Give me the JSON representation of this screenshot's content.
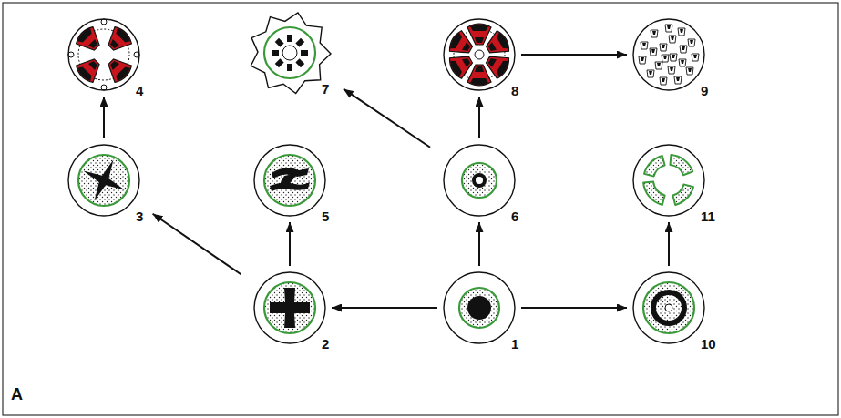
{
  "diagram": {
    "nodes": [
      {
        "text": [
          "4"
        ]
      },
      {
        "text": [
          "7"
        ]
      },
      {
        "text": [
          "8"
        ]
      },
      {
        "text": [
          "9"
        ]
      },
      {
        "text": [
          "3"
        ]
      },
      {
        "text": [
          "5"
        ]
      },
      {
        "text": [
          "6"
        ]
      },
      {
        "text": [
          "11"
        ]
      },
      {
        "text": [
          "2"
        ]
      },
      {
        "text": [
          "1"
        ]
      },
      {
        "text": [
          "10"
        ]
      }
    ],
    "edges": [
      {
        "from": 9,
        "to": 8,
        "arrow": "to"
      },
      {
        "from": 9,
        "to": 6,
        "arrow": "to"
      },
      {
        "from": 9,
        "to": 10,
        "arrow": "to"
      },
      {
        "from": 8,
        "to": 4,
        "arrow": "to"
      },
      {
        "from": 8,
        "to": 5,
        "arrow": "to"
      },
      {
        "from": 4,
        "to": 0,
        "arrow": "to"
      },
      {
        "from": 6,
        "to": 2,
        "arrow": "to"
      },
      {
        "from": 6,
        "to": 1,
        "arrow": "to"
      },
      {
        "from": 2,
        "to": 3,
        "arrow": "to"
      },
      {
        "from": 10,
        "to": 7,
        "arrow": "to"
      }
    ],
    "labels": [
      "A"
    ]
  }
}
